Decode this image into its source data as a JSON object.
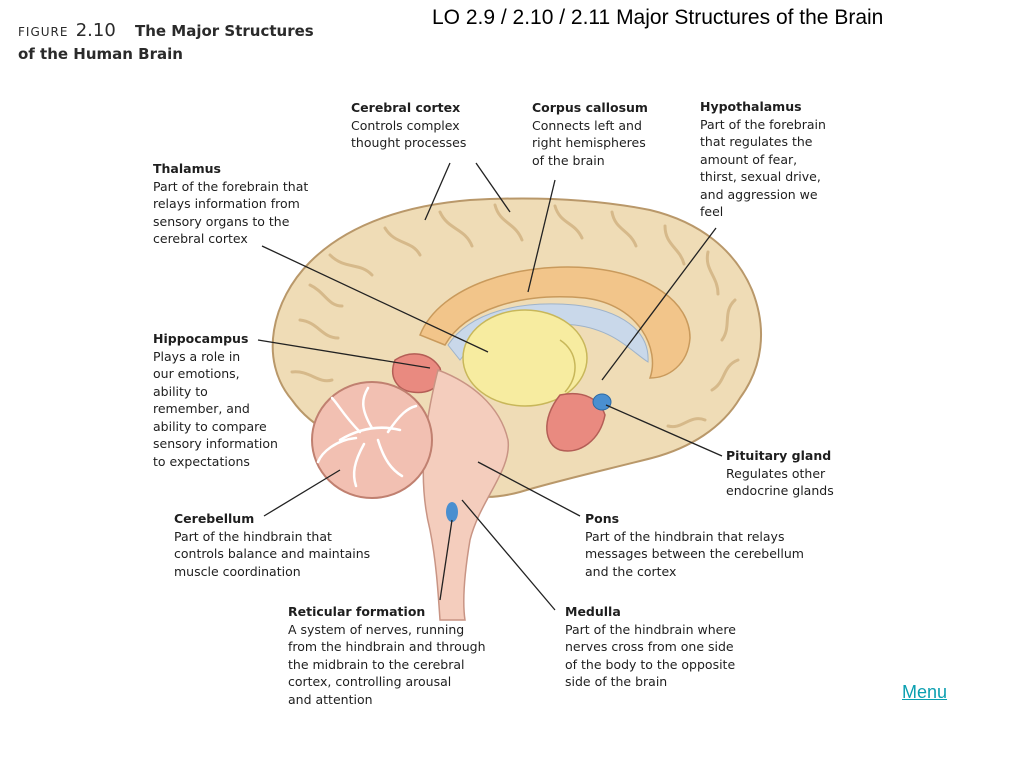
{
  "slide": {
    "title": "LO 2.9 / 2.10 / 2.11  Major Structures of the Brain"
  },
  "figure": {
    "word": "FIGURE",
    "number": "2.10",
    "title_line1": "The Major Structures",
    "title_line2": "of the Human Brain"
  },
  "labels": {
    "cerebral_cortex": {
      "name": "Cerebral cortex",
      "desc": "Controls complex\nthought processes"
    },
    "corpus_callosum": {
      "name": "Corpus callosum",
      "desc": "Connects left and\nright hemispheres\nof the brain"
    },
    "hypothalamus": {
      "name": "Hypothalamus",
      "desc": "Part of the forebrain\nthat regulates the\namount of fear,\nthirst, sexual drive,\nand aggression we\nfeel"
    },
    "thalamus": {
      "name": "Thalamus",
      "desc": "Part of the forebrain that\nrelays information from\nsensory organs to the\ncerebral cortex"
    },
    "hippocampus": {
      "name": "Hippocampus",
      "desc": "Plays a role in\nour emotions,\nability to\nremember, and\nability to compare\nsensory information\nto expectations"
    },
    "pituitary": {
      "name": "Pituitary gland",
      "desc": "Regulates other\nendocrine glands"
    },
    "cerebellum": {
      "name": "Cerebellum",
      "desc": "Part of the hindbrain that\ncontrols balance and maintains\nmuscle coordination"
    },
    "pons": {
      "name": "Pons",
      "desc": "Part of the hindbrain that relays\nmessages between the cerebellum\nand the cortex"
    },
    "reticular": {
      "name": "Reticular formation",
      "desc": "A system of nerves, running\nfrom the hindbrain and through\nthe midbrain to the cerebral\ncortex, controlling arousal\nand attention"
    },
    "medulla": {
      "name": "Medulla",
      "desc": "Part of the hindbrain where\nnerves cross from one side\nof the body to the opposite\nside of the brain"
    }
  },
  "nav": {
    "menu_label": "Menu"
  },
  "colors": {
    "cortex": "#efdcb6",
    "cortex_fold": "#d6b98a",
    "corpus_callosum": "#f2c58a",
    "ventricle": "#c9d8ea",
    "thalamus": "#f7eca0",
    "hippocampus": "#e98a80",
    "pituitary": "#4a8fd0",
    "cerebellum": "#f2c0b2",
    "brainstem": "#f4cdbd",
    "menu_link": "#0a9fb0"
  }
}
